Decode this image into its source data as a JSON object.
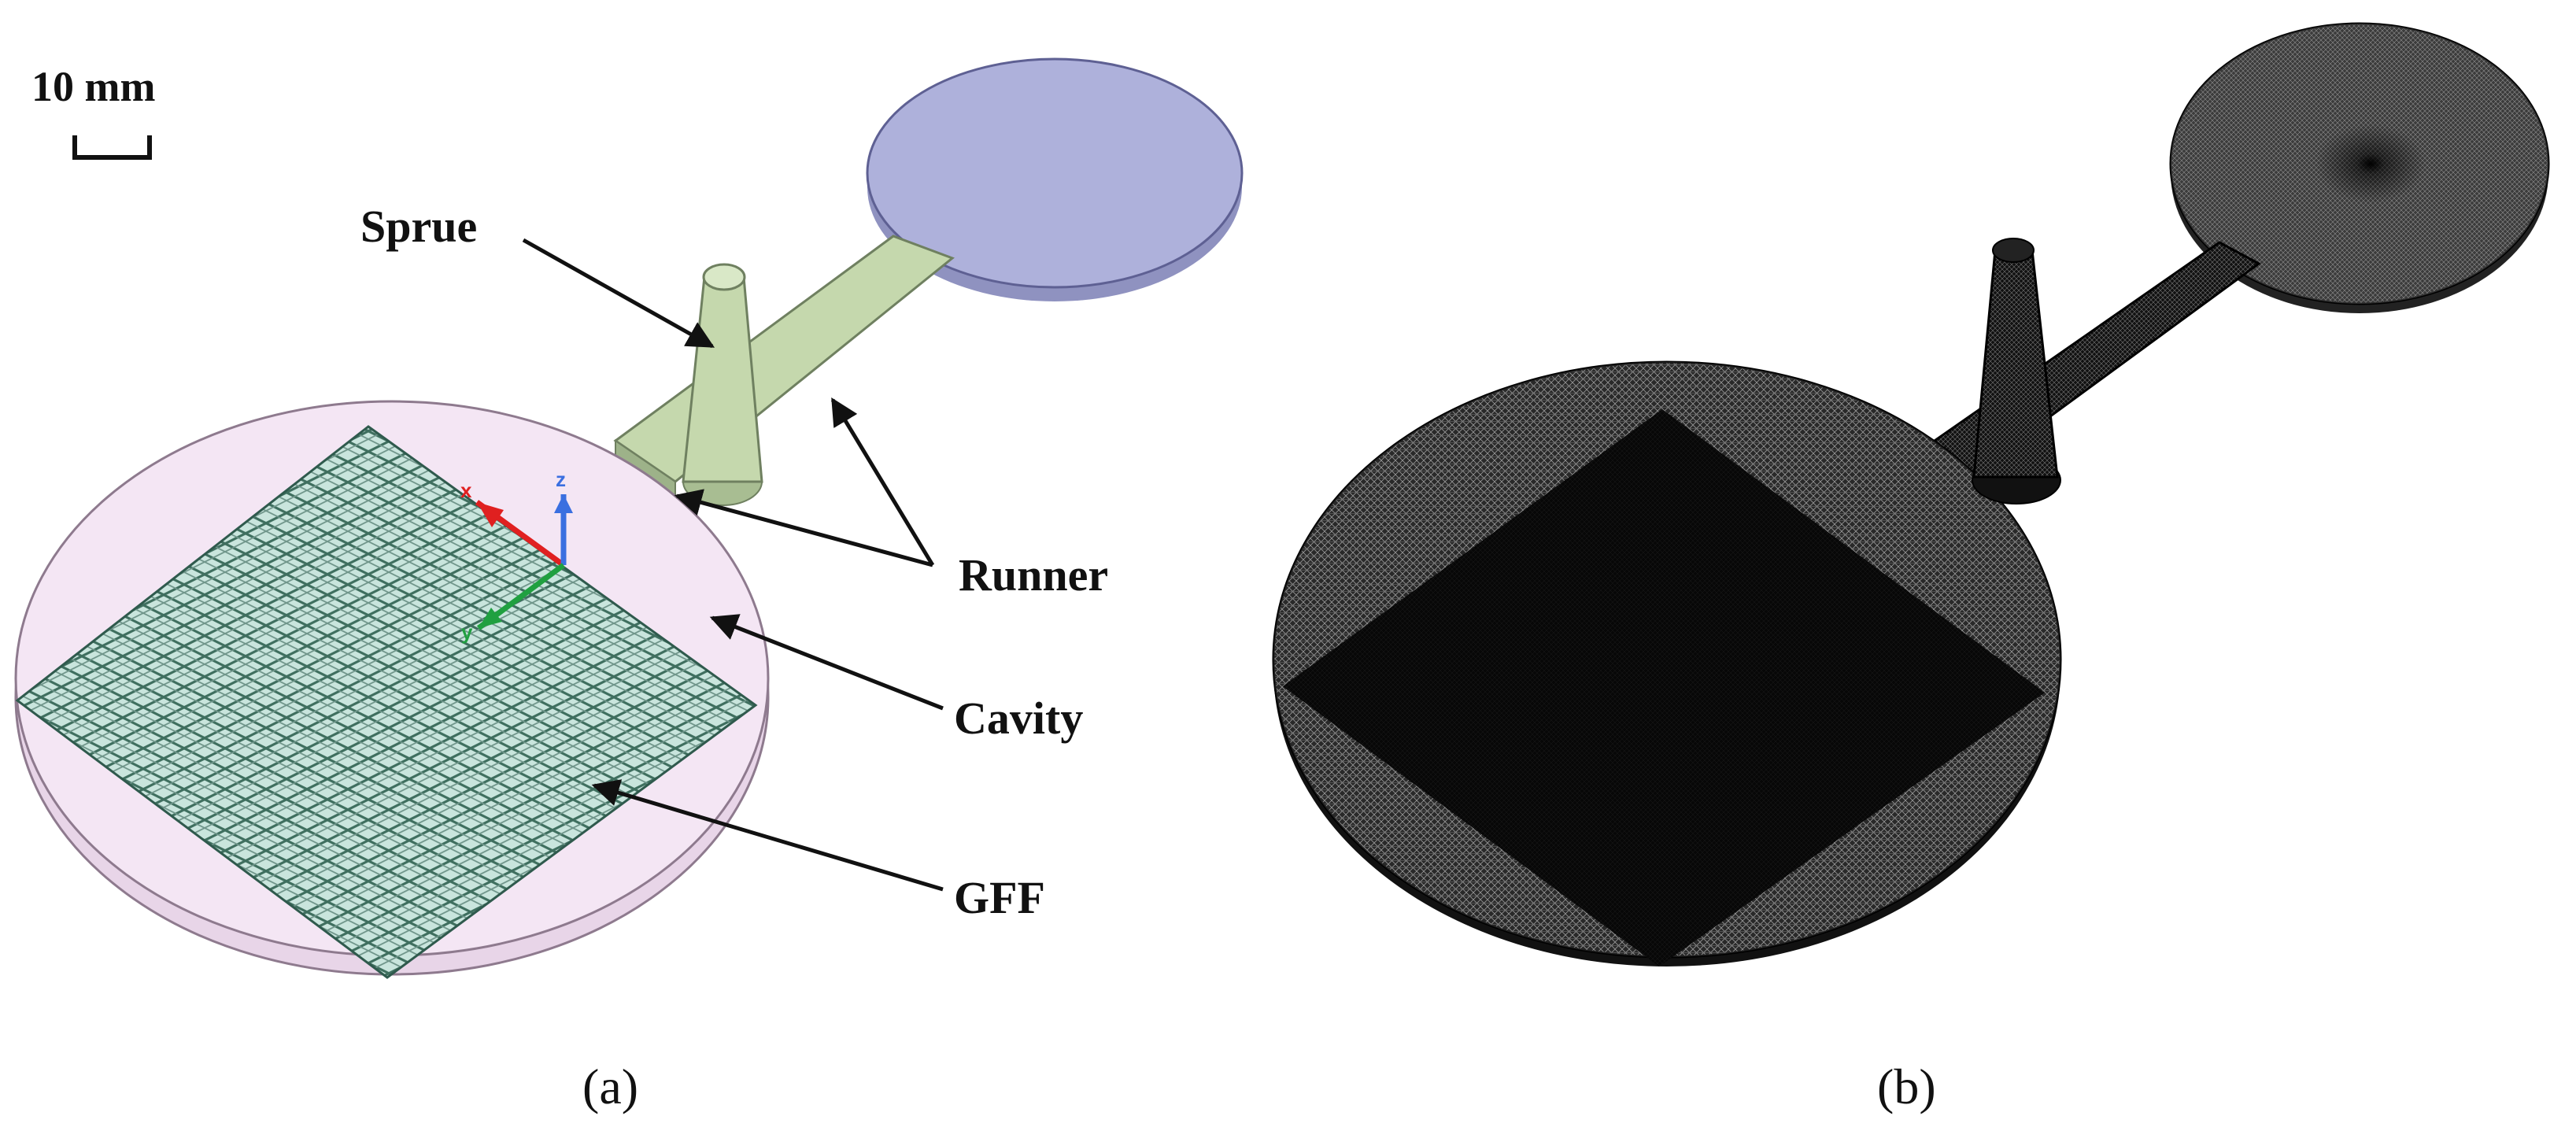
{
  "scale_bar": {
    "label": "10 mm"
  },
  "panel_a": {
    "caption": "(a)",
    "labels": {
      "sprue": "Sprue",
      "runner": "Runner",
      "cavity": "Cavity",
      "gff": "GFF"
    },
    "axes": {
      "x": "x",
      "y": "y",
      "z": "z"
    }
  },
  "panel_b": {
    "caption": "(b)"
  },
  "colors": {
    "cavity_fill": "#f4e6f4",
    "cavity_edge": "#a08aa0",
    "gff_fill": "#c9e5dd",
    "gff_grid": "#3f6f5f",
    "sprue_runner": "#c5d8ad",
    "overflow_disc": "#aeb1db",
    "mesh_dark": "#0a0a0a",
    "axis_x": "#e02020",
    "axis_y": "#20a040",
    "axis_z": "#3a6fe0"
  }
}
